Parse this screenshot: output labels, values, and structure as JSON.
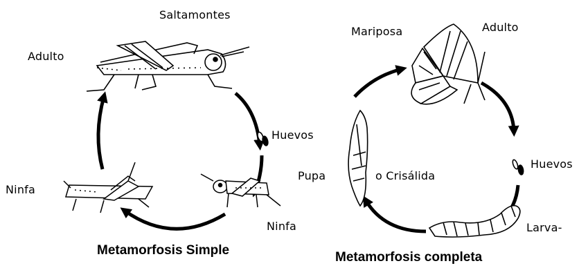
{
  "simple": {
    "insect_name": "Saltamontes",
    "adult": "Adulto",
    "eggs": "Huevos",
    "nymph_left": "Ninfa",
    "nymph_right": "Ninfa",
    "title": "Metamorfosis Simple"
  },
  "complete": {
    "insect_name": "Mariposa",
    "adult": "Adulto",
    "eggs": "Huevos",
    "pupa": "Pupa",
    "chrysalis": "o Crisálida",
    "larva": "Larva-",
    "title": "Metamorfosis completa"
  }
}
